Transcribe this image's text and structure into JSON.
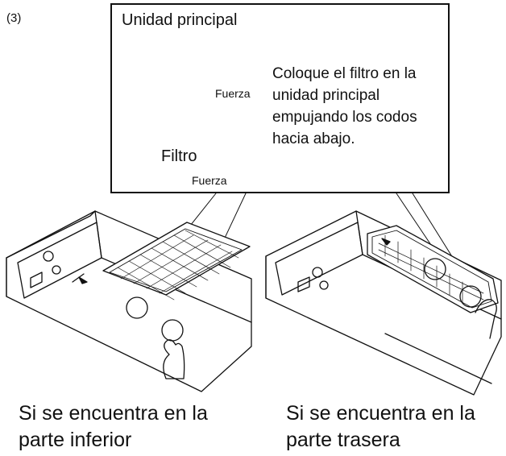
{
  "step_number": "(3)",
  "callout": {
    "title": "Unidad principal",
    "instruction": "Coloque el filtro en la unidad principal empujando los codos hacia abajo.",
    "force_label_top": "Fuerza",
    "filter_label": "Filtro",
    "force_label_bottom": "Fuerza"
  },
  "captions": {
    "left_line1": "Si se encuentra en la",
    "left_line2": "parte inferior",
    "right_line1": "Si se encuentra en la",
    "right_line2": "parte trasera"
  }
}
